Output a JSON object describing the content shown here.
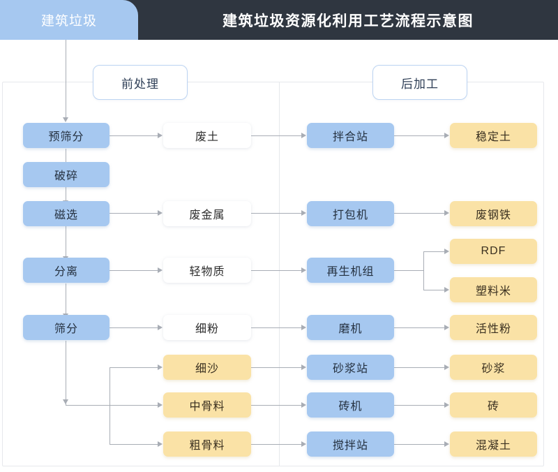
{
  "header": {
    "tab_label": "建筑垃圾",
    "title": "建筑垃圾资源化利用工艺流程示意图",
    "tab_color": "#a6c8f0",
    "bar_color": "#2f3640"
  },
  "sections": {
    "pre": "前处理",
    "post": "后加工"
  },
  "palette": {
    "process_blue": "#a6c8f0",
    "material_white": "#ffffff",
    "product_yellow": "#fae2a6",
    "connector_gray": "#a8adb5",
    "border_gray": "#e6e8ec"
  },
  "nodes": {
    "pre_screen": "预筛分",
    "crush": "破碎",
    "magnetic": "磁选",
    "separate": "分离",
    "sieve": "筛分",
    "waste_soil": "废土",
    "waste_metal": "废金属",
    "light_material": "轻物质",
    "fine_powder": "细粉",
    "fine_sand": "细沙",
    "medium_aggregate": "中骨料",
    "coarse_aggregate": "粗骨料",
    "mixing_station": "拌合站",
    "baler": "打包机",
    "regen_unit": "再生机组",
    "grinder": "磨机",
    "mortar_station": "砂浆站",
    "brick_machine": "砖机",
    "concrete_station": "搅拌站",
    "stabilized_soil": "稳定土",
    "scrap_steel": "废钢铁",
    "rdf": "RDF",
    "plastic_pellet": "塑料米",
    "active_powder": "活性粉",
    "mortar": "砂浆",
    "brick": "砖",
    "concrete": "混凝土"
  }
}
